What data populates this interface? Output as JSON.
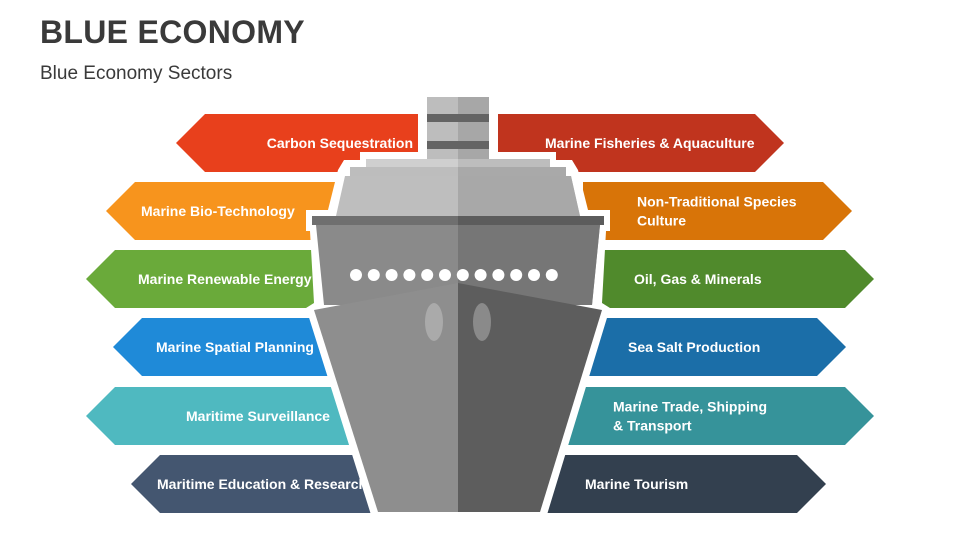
{
  "title": "BLUE ECONOMY",
  "subtitle": "Blue Economy Sectors",
  "left_sectors": [
    {
      "lines": [
        "Carbon Sequestration"
      ],
      "color": "#e8401c"
    },
    {
      "lines": [
        "Marine Bio-Technology"
      ],
      "color": "#f7941d"
    },
    {
      "lines": [
        "Marine Renewable Energy"
      ],
      "color": "#6aaa3a"
    },
    {
      "lines": [
        "Marine Spatial Planning"
      ],
      "color": "#1f8ad8"
    },
    {
      "lines": [
        "Maritime Surveillance"
      ],
      "color": "#4fb9c0"
    },
    {
      "lines": [
        "Maritime Education & Research"
      ],
      "color": "#445670"
    }
  ],
  "right_sectors": [
    {
      "lines": [
        "Marine Fisheries & Aquaculture"
      ],
      "color": "#c0341e"
    },
    {
      "lines": [
        "Non-Traditional Species",
        "Culture"
      ],
      "color": "#d87408"
    },
    {
      "lines": [
        "Oil, Gas & Minerals"
      ],
      "color": "#508a2c"
    },
    {
      "lines": [
        "Sea Salt Production"
      ],
      "color": "#1b6ea8"
    },
    {
      "lines": [
        "Marine Trade, Shipping",
        "& Transport"
      ],
      "color": "#36939a"
    },
    {
      "lines": [
        "Marine Tourism"
      ],
      "color": "#33404f"
    }
  ]
}
